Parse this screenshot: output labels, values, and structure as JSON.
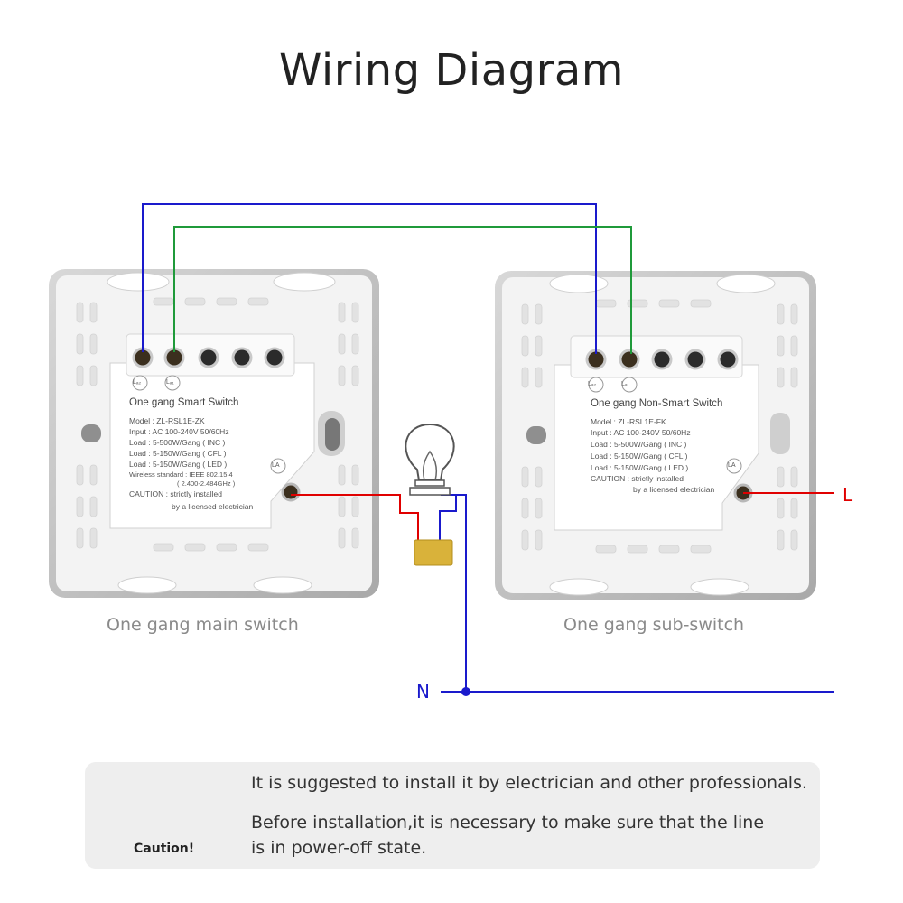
{
  "title": "Wiring Diagram",
  "main_switch": {
    "caption": "One gang main switch",
    "terminal_l2": "Lₐ₂",
    "terminal_l1": "Lₐ₁",
    "terminal_la": "LA",
    "name": "One gang Smart Switch",
    "specs": [
      "Model : ZL-RSL1E-ZK",
      "Input :  AC 100-240V  50/60Hz",
      "Load : 5-500W/Gang ( INC )",
      "Load : 5-150W/Gang ( CFL )",
      "Load : 5-150W/Gang ( LED )",
      "Wireless standard : IEEE 802.15.4",
      "( 2.400-2.484GHz )",
      "CAUTION : strictly installed",
      "by a licensed electrician"
    ]
  },
  "sub_switch": {
    "caption": "One gang sub-switch",
    "terminal_l2": "Lₐ₂",
    "terminal_l1": "Lₐ₁",
    "terminal_la": "LA",
    "name": "One gang Non-Smart Switch",
    "specs": [
      "Model : ZL-RSL1E-FK",
      "Input :  AC 100-240V  50/60Hz",
      "Load : 5-500W/Gang ( INC )",
      "Load : 5-150W/Gang ( CFL )",
      "Load : 5-150W/Gang ( LED )",
      "CAUTION : strictly installed",
      "by a licensed electrician"
    ]
  },
  "labels": {
    "live": "L",
    "neutral": "N"
  },
  "notice": {
    "caution": "Caution!",
    "line1": "It is suggested to install it by electrician and other professionals.",
    "line2": "Before installation,it is necessary to make sure that the line",
    "line3": "is in power-off state."
  },
  "colors": {
    "wire_blue": "#1a1acc",
    "wire_green": "#1f9a3a",
    "wire_red": "#e00000",
    "capacitor": "#d9b23a",
    "warning_yellow": "#f5b800"
  },
  "icons": [
    "warning-triangle-icon",
    "light-bulb-icon",
    "capacitor-icon"
  ]
}
